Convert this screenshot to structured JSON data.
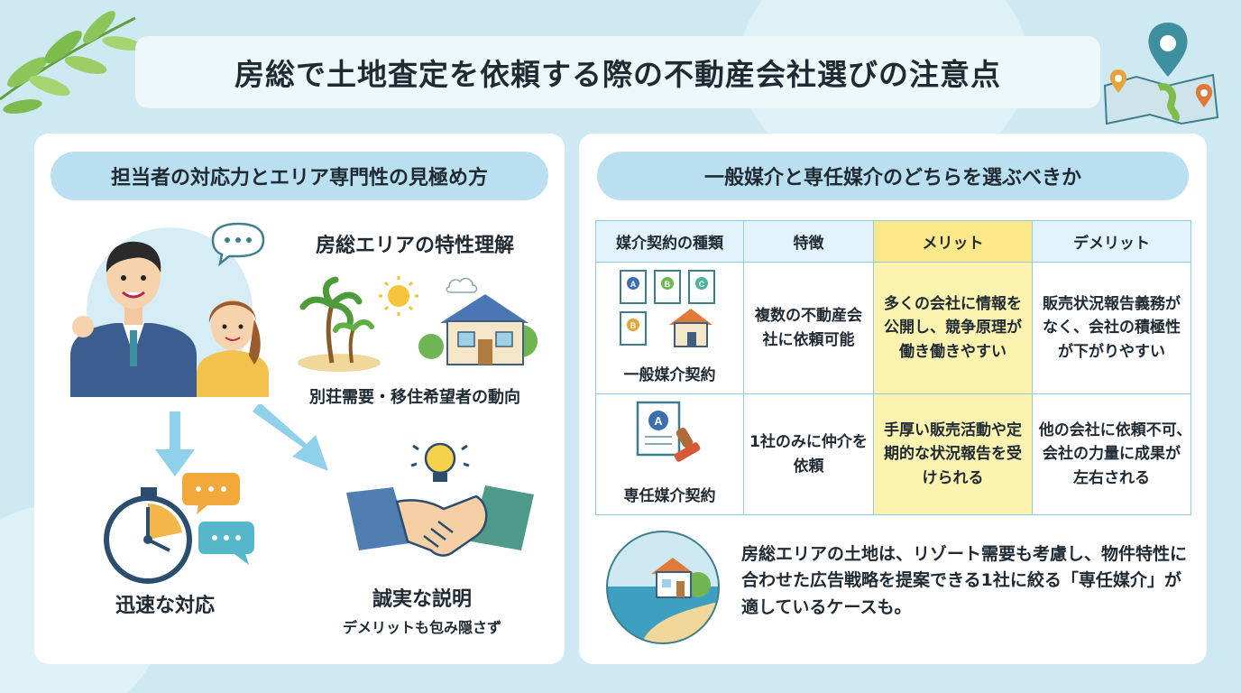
{
  "title": "房総で土地査定を依頼する際の不動産会社選びの注意点",
  "left": {
    "heading": "担当者の対応力とエリア専門性の見極め方",
    "area_title": "房総エリアの特性理解",
    "area_caption": "別荘需要・移住希望者の動向",
    "speed_label": "迅速な対応",
    "honest_label": "誠実な説明",
    "honest_sub": "デメリットも包み隠さず"
  },
  "right": {
    "heading": "一般媒介と専任媒介のどちらを選ぶべきか",
    "table": {
      "headers": [
        "媒介契約の種類",
        "特徴",
        "メリット",
        "デメリット"
      ],
      "rows": [
        {
          "type": "一般媒介契約",
          "feature": "複数の不動産会社に依頼可能",
          "merit": "多くの会社に情報を公開し、競争原理が働き働きやすい",
          "demerit": "販売状況報告義務がなく、会社の積極性が下がりやすい"
        },
        {
          "type": "専任媒介契約",
          "feature": "1社のみに仲介を依頼",
          "merit": "手厚い販売活動や定期的な状況報告を受けられる",
          "demerit": "他の会社に依頼不可､会社の力量に成果が左右される"
        }
      ]
    },
    "note": "房総エリアの土地は、リゾート需要も考慮し、物件特性に合わせた広告戦略を提案できる1社に絞る「専任媒介」が適しているケースも。"
  },
  "icon_letters": {
    "a": "A",
    "b": "B",
    "c": "C"
  },
  "colors": {
    "background": "#cfe9f3",
    "pill": "#b9dff0",
    "merit": "#fdf3b0",
    "border": "#8fc9e3"
  }
}
